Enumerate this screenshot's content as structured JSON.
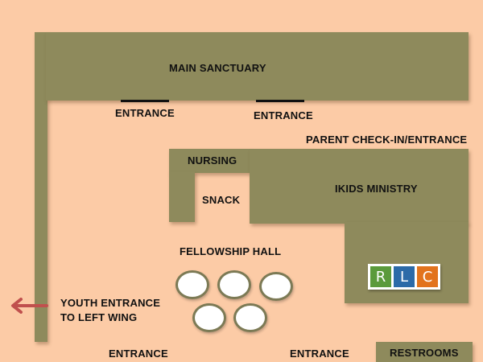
{
  "rooms": {
    "main_sanctuary": "MAIN SANCTUARY",
    "nursing": "NURSING",
    "snack": "SNACK",
    "ikids_ministry": "IKIDS MINISTRY",
    "fellowship_hall": "FELLOWSHIP HALL",
    "restrooms": "RESTROOMS"
  },
  "entrances": {
    "sanctuary_left": "ENTRANCE",
    "sanctuary_right": "ENTRANCE",
    "parent_checkin": "PARENT CHECK-IN/ENTRANCE",
    "youth_line1": "YOUTH ENTRANCE",
    "youth_line2": "TO LEFT WING",
    "bottom_left": "ENTRANCE",
    "bottom_center": "ENTRANCE"
  },
  "logo": {
    "letters": [
      "R",
      "L",
      "C"
    ],
    "colors": [
      "#5b9a3c",
      "#2c6aa8",
      "#e2731d"
    ]
  },
  "colors": {
    "background": "#fccba6",
    "building": "#8e8a5c",
    "arrow": "#c0504d"
  }
}
